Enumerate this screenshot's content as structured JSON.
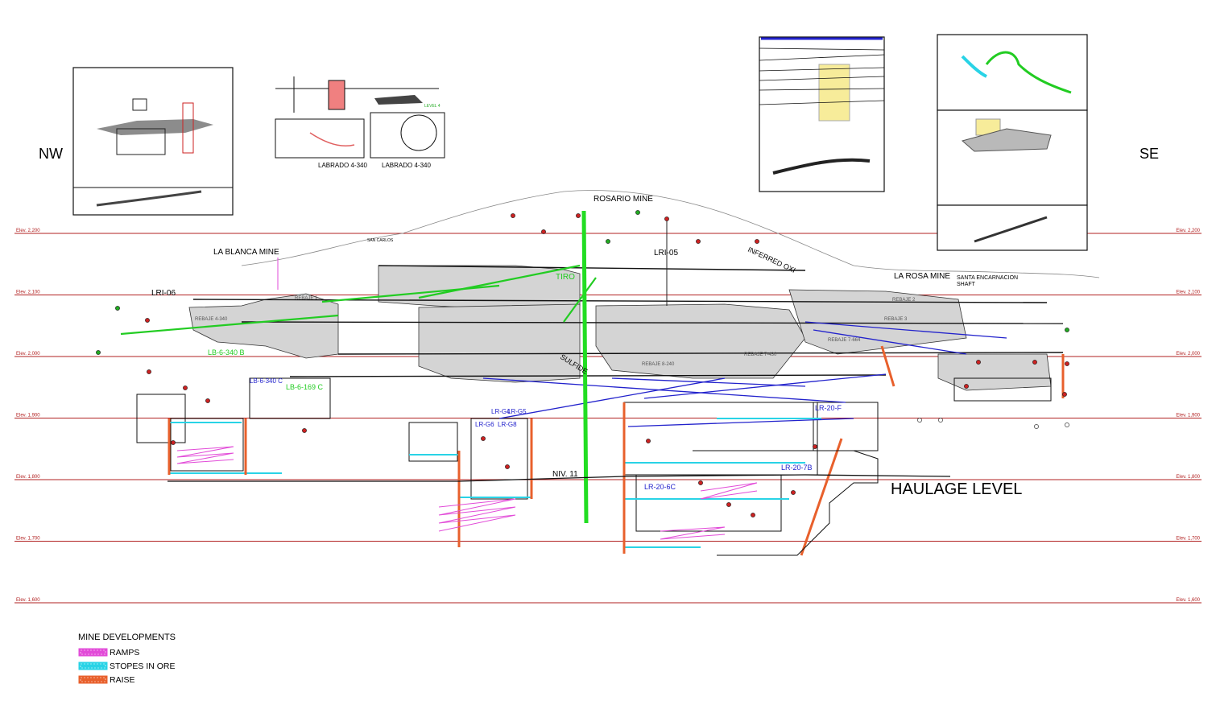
{
  "orientation": {
    "left": "NW",
    "right": "SE"
  },
  "colors": {
    "elevation_line": "#b22222",
    "ramps": "#e24bd8",
    "stopes": "#29d3e6",
    "raise": "#e8602c",
    "shaft": "#22dd22",
    "workings": "#d4d4d4",
    "tunnel": "#2222cc"
  },
  "elevations": [
    {
      "label": "Elev. 2,200",
      "value": 2200
    },
    {
      "label": "Elev. 2,100",
      "value": 2100
    },
    {
      "label": "Elev. 2,000",
      "value": 2000
    },
    {
      "label": "Elev. 1,900",
      "value": 1900
    },
    {
      "label": "Elev. 1,800",
      "value": 1800
    },
    {
      "label": "Elev. 1,700",
      "value": 1700
    },
    {
      "label": "Elev. 1,600",
      "value": 1600
    }
  ],
  "mine_labels": {
    "rosario": "ROSARIO MINE",
    "la_blanca": "LA BLANCA MINE",
    "la_rosa": "LA ROSA MINE",
    "santa_enc_1": "SANTA ENCARNACION",
    "santa_enc_2": "SHAFT",
    "tiro": "TIRO",
    "lri06": "LRI-06",
    "lri05": "LRI-05",
    "inferred": "INFERRED OXI",
    "sulfide": "SULFIDE",
    "niv11": "NIV. 11",
    "haulage": "HAULAGE LEVEL",
    "san_carlos": "SAN CARLOS"
  },
  "small_labels": {
    "lb6340c": "LB-6-340 C",
    "lb6340b": "LB-6-340 B",
    "lb6169c": "LB-6-169 C",
    "rebaje1": "REBAJE 1",
    "rebaje2": "REBAJE 2",
    "rebaje3": "REBAJE 3",
    "rebaje4340": "REBAJE 4-340",
    "rebaje7664": "REBAJE 7-664",
    "rebaje7430": "REBAJE 7-430",
    "rebaje8240": "REBAJE 8-240",
    "lrg4": "LR-G4",
    "lrg5": "LR-G5",
    "lrg6": "LR-G6",
    "lrg8": "LR-G8",
    "lr207b": "LR-20-7B",
    "lr206c": "LR-20-6C",
    "lr20f": "LR-20-F"
  },
  "insets": {
    "labrado_1": "LABRADO 4-340",
    "labrado_2": "LABRADO 4-340",
    "level4": "LEVEL 4"
  },
  "legend": {
    "title": "MINE DEVELOPMENTS",
    "items": [
      {
        "label": "RAMPS",
        "color": "#e24bd8"
      },
      {
        "label": "STOPES IN ORE",
        "color": "#29d3e6"
      },
      {
        "label": "RAISE",
        "color": "#e8602c"
      }
    ]
  }
}
